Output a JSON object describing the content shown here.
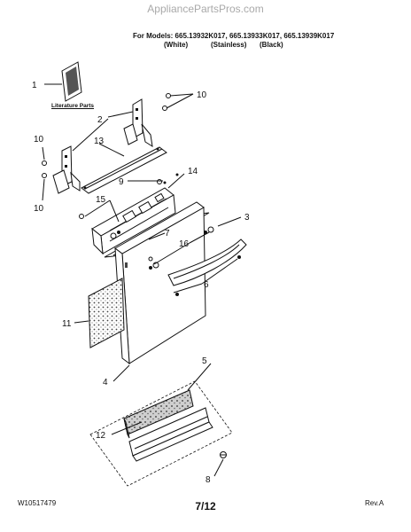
{
  "watermark": "AppliancePartsPros.com",
  "header": {
    "models_line": "For Models: 665.13932K017, 665.13933K017, 665.13939K017",
    "variants": [
      "(White)",
      "(Stainless)",
      "(Black)"
    ]
  },
  "literature_label": "Literature Parts",
  "callouts": [
    {
      "id": "c1",
      "label": "1"
    },
    {
      "id": "c2",
      "label": "2"
    },
    {
      "id": "c3",
      "label": "3"
    },
    {
      "id": "c4",
      "label": "4"
    },
    {
      "id": "c5",
      "label": "5"
    },
    {
      "id": "c6",
      "label": "6"
    },
    {
      "id": "c7",
      "label": "7"
    },
    {
      "id": "c8",
      "label": "8"
    },
    {
      "id": "c9",
      "label": "9"
    },
    {
      "id": "c10a",
      "label": "10"
    },
    {
      "id": "c10b",
      "label": "10"
    },
    {
      "id": "c10c",
      "label": "10"
    },
    {
      "id": "c11",
      "label": "11"
    },
    {
      "id": "c12",
      "label": "12"
    },
    {
      "id": "c13",
      "label": "13"
    },
    {
      "id": "c14",
      "label": "14"
    },
    {
      "id": "c15",
      "label": "15"
    },
    {
      "id": "c16",
      "label": "16"
    }
  ],
  "footer": {
    "doc_number": "W10517479",
    "page": "7/12",
    "revision": "Rev.A"
  }
}
